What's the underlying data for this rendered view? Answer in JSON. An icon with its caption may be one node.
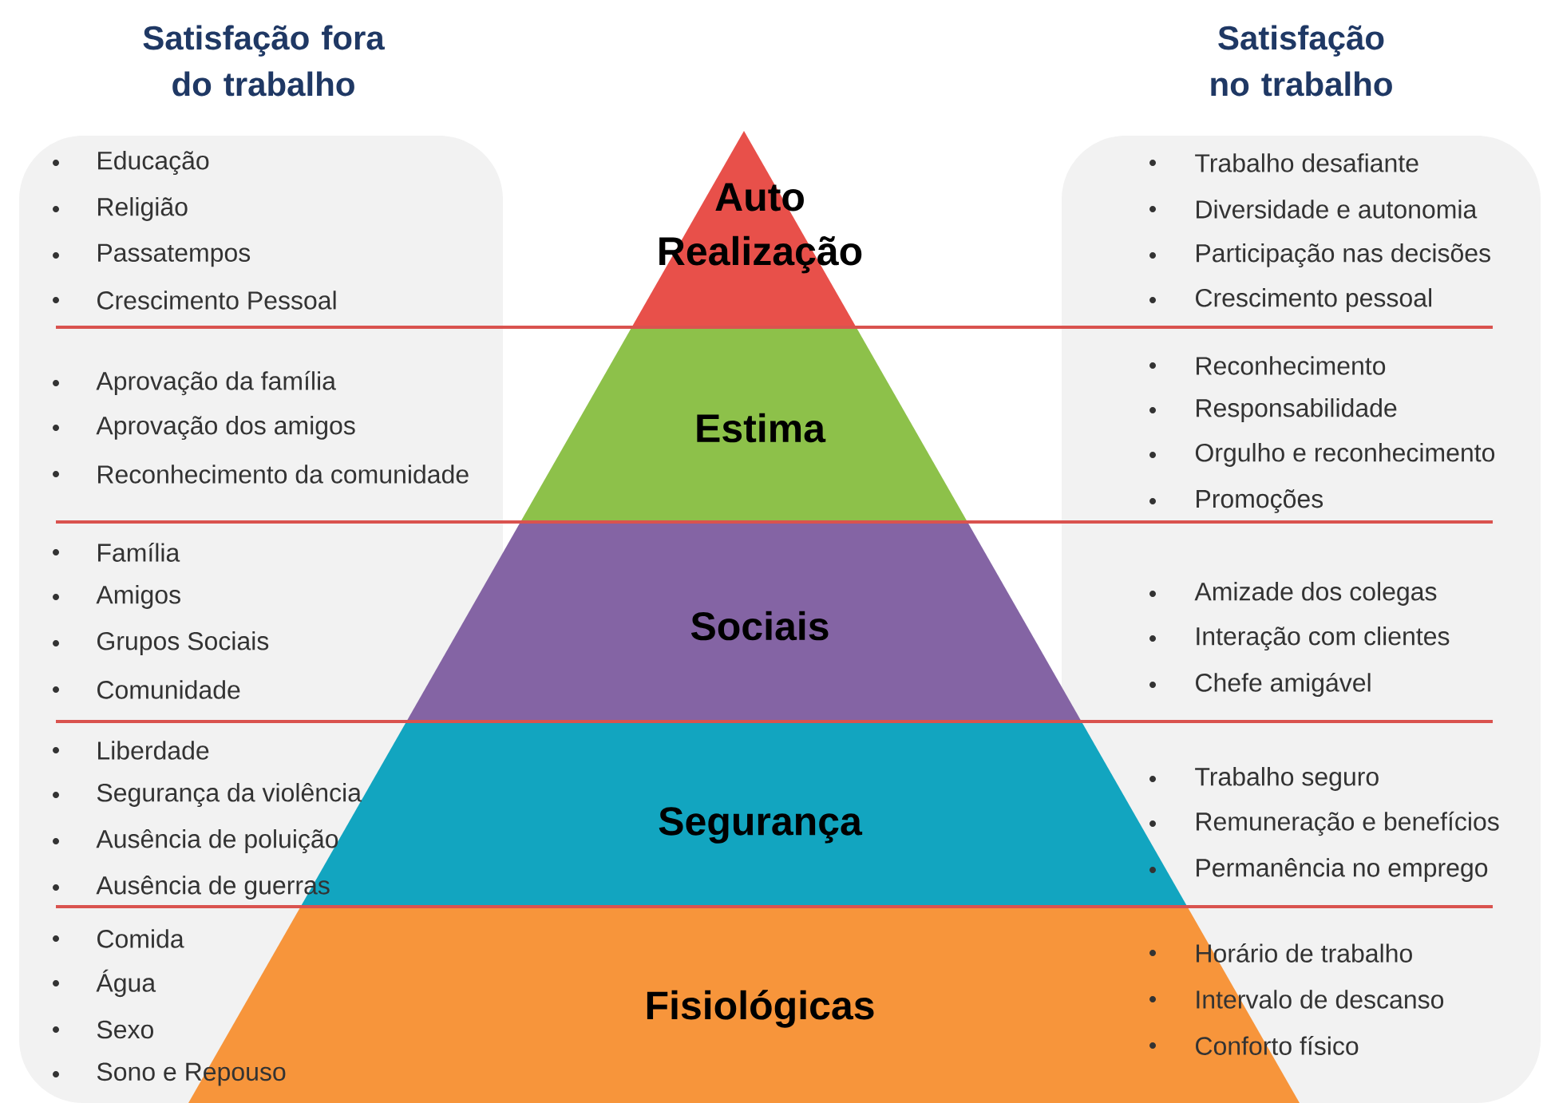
{
  "diagram": {
    "nodes": [
      {
        "text": [
          "Satisfação fora do trabalho",
          "Educação",
          "Religião",
          "Passatempos",
          "Crescimento Pessoal",
          "Aprovação da família",
          "Aprovação dos amigos",
          "Reconhecimento da comunidade",
          "Família",
          "Amigos",
          "Grupos Sociais",
          "Comunidade",
          "Liberdade",
          "Segurança da violência",
          "Ausência de poluição",
          "Ausência de guerras",
          "Comida",
          "Água",
          "Sexo",
          "Sono e Repouso"
        ]
      },
      {
        "text": [
          "Auto Realização"
        ]
      },
      {
        "text": [
          "Estima"
        ]
      },
      {
        "text": [
          "Sociais"
        ]
      },
      {
        "text": [
          "Segurança"
        ]
      },
      {
        "text": [
          "Fisiológicas"
        ]
      },
      {
        "text": [
          "Satisfação no trabalho",
          "Trabalho desafiante",
          "Diversidade e autonomia",
          "Participação nas decisões",
          "Crescimento pessoal",
          "Reconhecimento",
          "Responsabilidade",
          "Orgulho e reconhecimento",
          "Promoções",
          "Amizade dos colegas",
          "Interação com clientes",
          "Chefe amigável",
          "Trabalho seguro",
          "Remuneração e benefícios",
          "Permanência no emprego",
          "Horário de trabalho",
          "Intervalo de descanso",
          "Conforto físico"
        ]
      }
    ]
  }
}
